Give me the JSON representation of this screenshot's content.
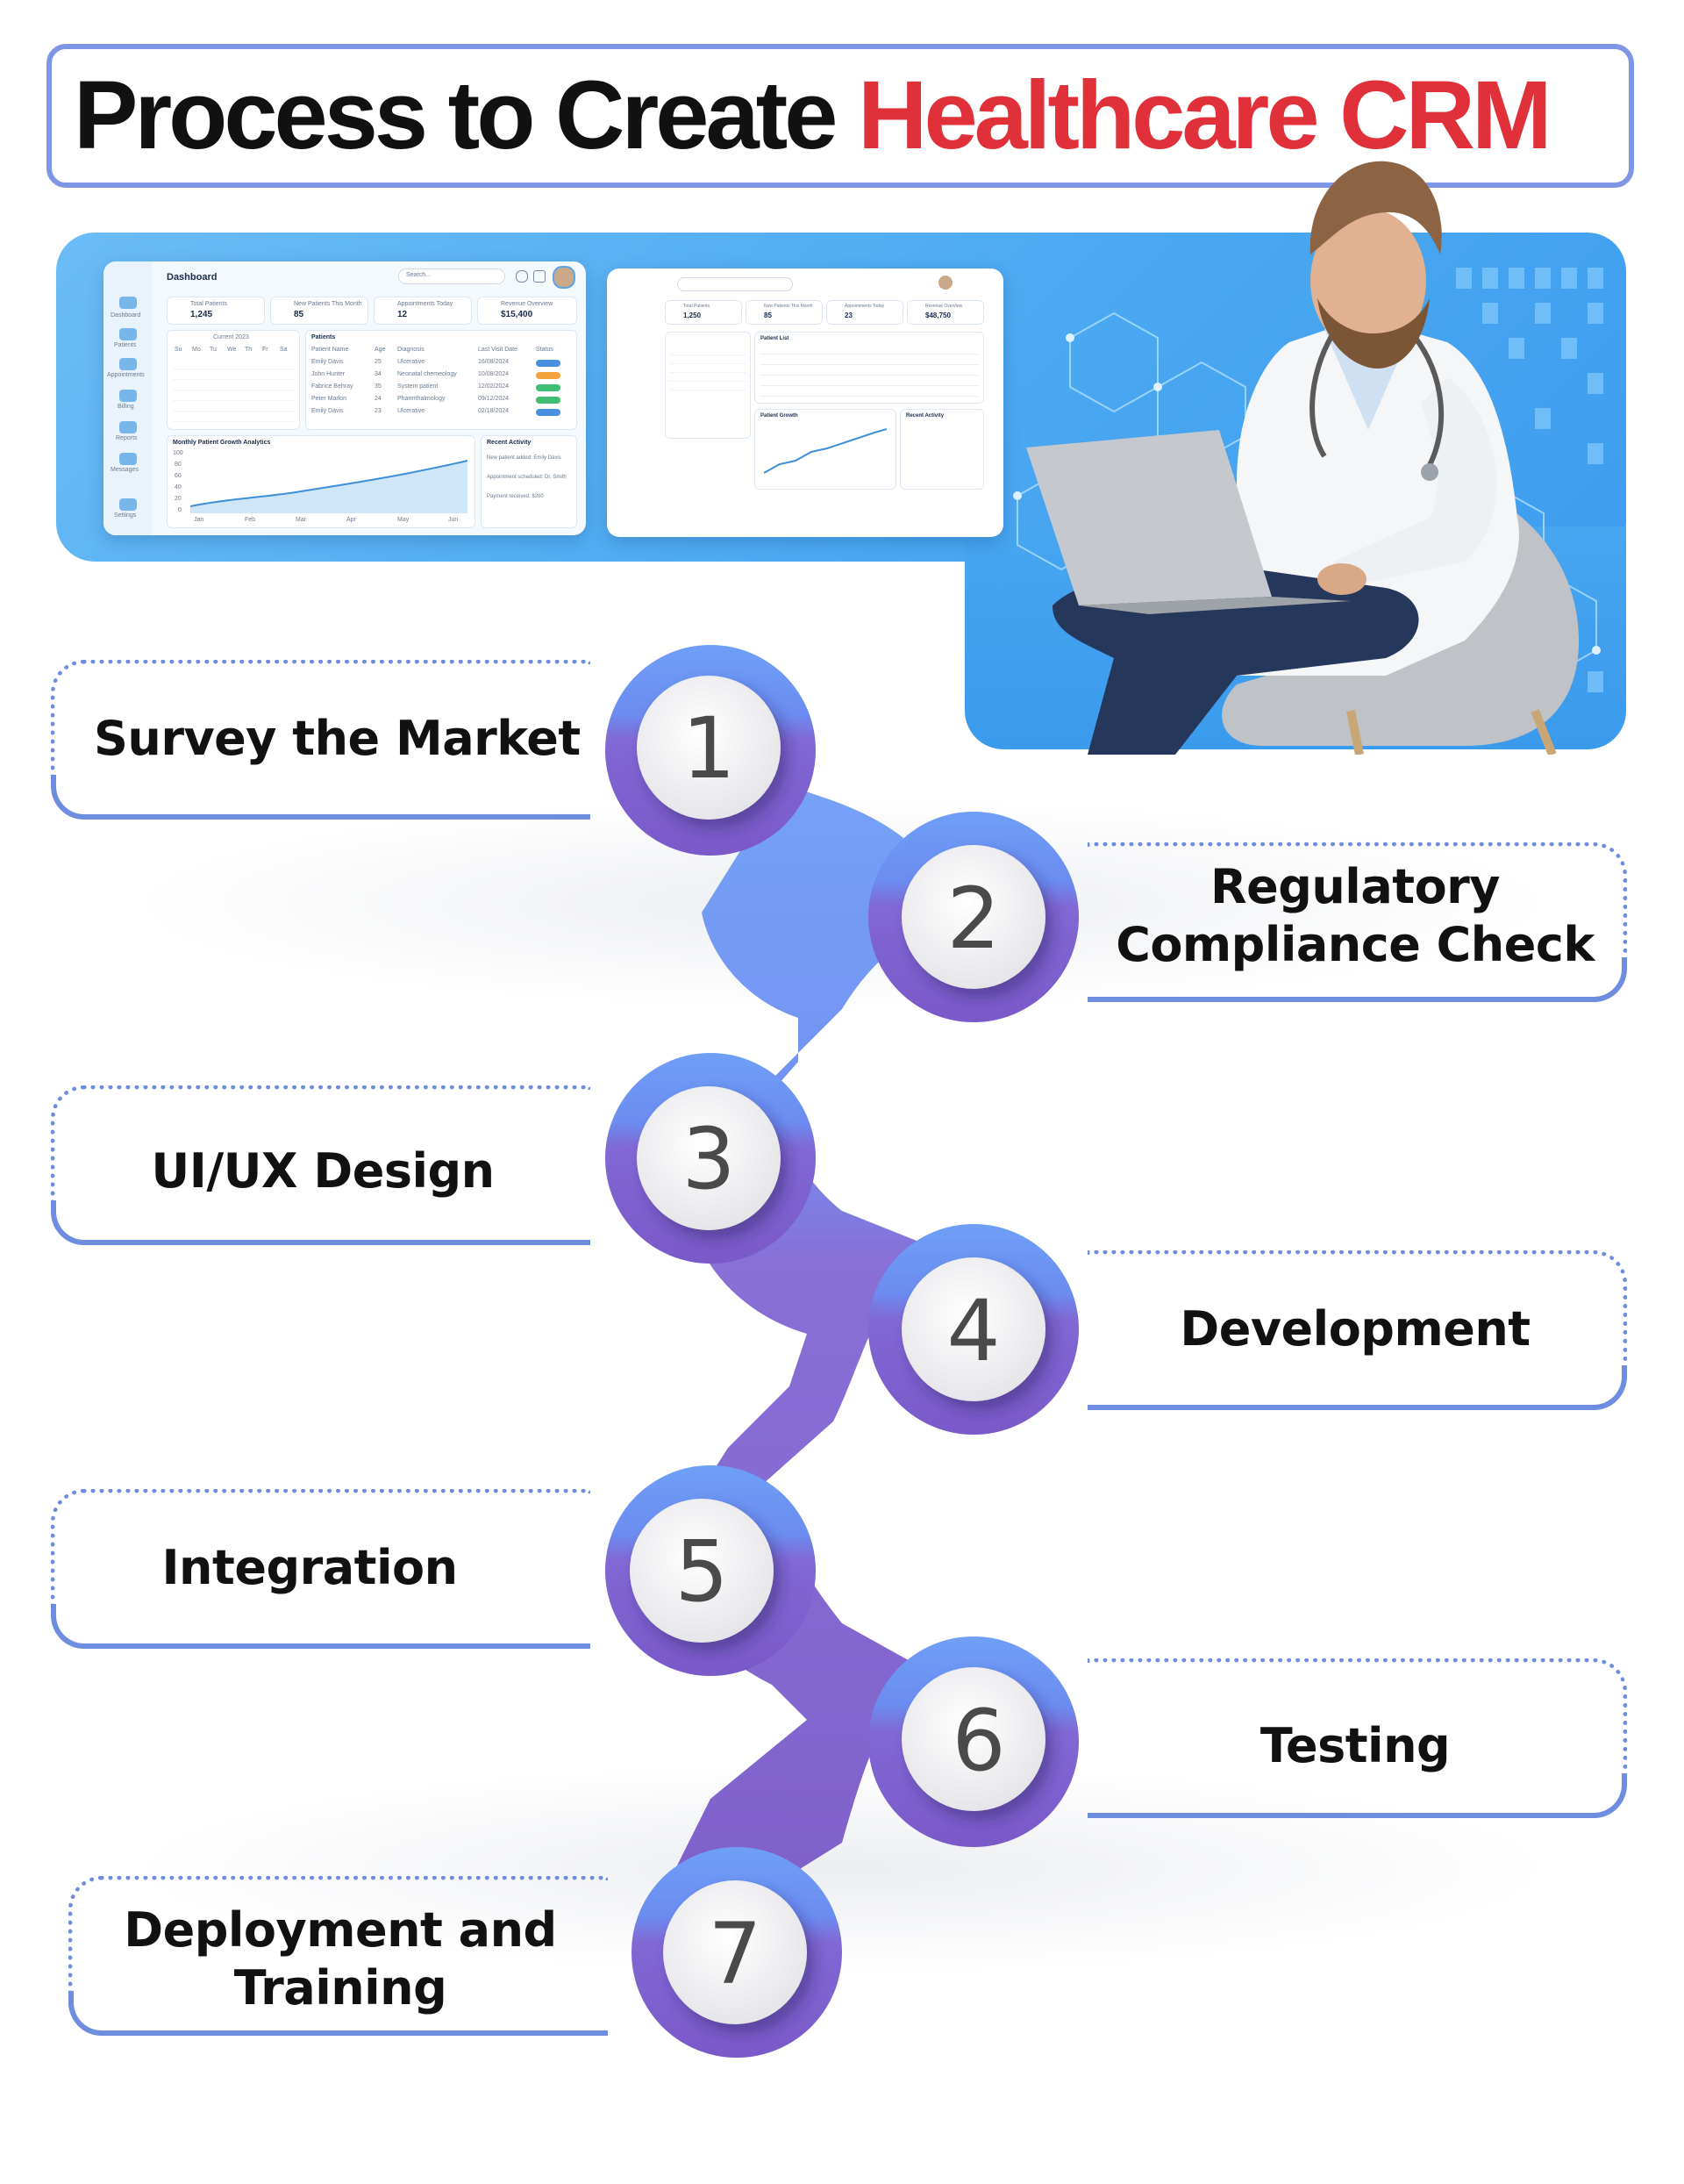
{
  "title": {
    "part1": "Process to Create ",
    "part2": "Healthcare CRM"
  },
  "colors": {
    "title_red": "#e0313b",
    "frame_blue": "#7f95e6",
    "step_blue": "#5b9df5",
    "step_purple": "#7b5cc9"
  },
  "dashboard_main": {
    "title": "Dashboard",
    "search_placeholder": "Search...",
    "nav": [
      "Dashboard",
      "Patients",
      "Appointments",
      "Billing",
      "Reports",
      "Messages",
      "Settings"
    ],
    "stats": [
      {
        "label": "Total Patients",
        "value": "1,245"
      },
      {
        "label": "New Patients This Month",
        "value": "85"
      },
      {
        "label": "Appointments Today",
        "value": "12"
      },
      {
        "label": "Revenue Overview",
        "value": "$15,400"
      }
    ],
    "calendar_title": "Current 2023",
    "calendar_days": [
      "Su",
      "Mo",
      "Tu",
      "We",
      "Th",
      "Fr",
      "Sa"
    ],
    "patients_title": "Patients",
    "patients_headers": [
      "Patient Name",
      "Age",
      "Diagnosis",
      "Last Visit Date",
      "Status"
    ],
    "patients_rows": [
      [
        "Emily Davis",
        "25",
        "Ulcerative",
        "16/08/2024"
      ],
      [
        "John Hunter",
        "34",
        "Neonatal chemeology",
        "10/08/2024"
      ],
      [
        "Fabrice Behray",
        "35",
        "System patient",
        "12/02/2024"
      ],
      [
        "Peter Marlon",
        "24",
        "Pharmthalmology",
        "09/12/2024"
      ],
      [
        "Emily Davis",
        "23",
        "Ulcerative",
        "02/18/2024"
      ]
    ],
    "analytics_title": "Monthly Patient Growth Analytics",
    "analytics_y": [
      "100",
      "80",
      "60",
      "40",
      "20",
      "0"
    ],
    "analytics_x": [
      "Jan",
      "Feb",
      "Mar",
      "Apr",
      "May",
      "Jun"
    ],
    "activity_title": "Recent Activity",
    "activity_items": [
      "New patient added: Emily Davis",
      "Appointment scheduled: Dr. Smith",
      "Payment received: $200"
    ]
  },
  "dashboard_secondary": {
    "stats": [
      {
        "label": "Total Patients",
        "value": "1,250"
      },
      {
        "label": "New Patients This Month",
        "value": "85"
      },
      {
        "label": "Appointments Today",
        "value": "23"
      },
      {
        "label": "Revenue Overview",
        "value": "$48,750"
      }
    ],
    "patient_list_title": "Patient List",
    "growth_title": "Patient Growth",
    "activity_title": "Recent Activity"
  },
  "steps": [
    {
      "number": "1",
      "label": "Survey the Market"
    },
    {
      "number": "2",
      "label": "Regulatory Compliance Check"
    },
    {
      "number": "3",
      "label": "UI/UX Design"
    },
    {
      "number": "4",
      "label": "Development"
    },
    {
      "number": "5",
      "label": "Integration"
    },
    {
      "number": "6",
      "label": "Testing"
    },
    {
      "number": "7",
      "label": "Deployment and Training"
    }
  ],
  "step_label_lines": {
    "step2": [
      "Regulatory",
      "Compliance Check"
    ],
    "step7": [
      "Deployment and",
      "Training"
    ]
  }
}
